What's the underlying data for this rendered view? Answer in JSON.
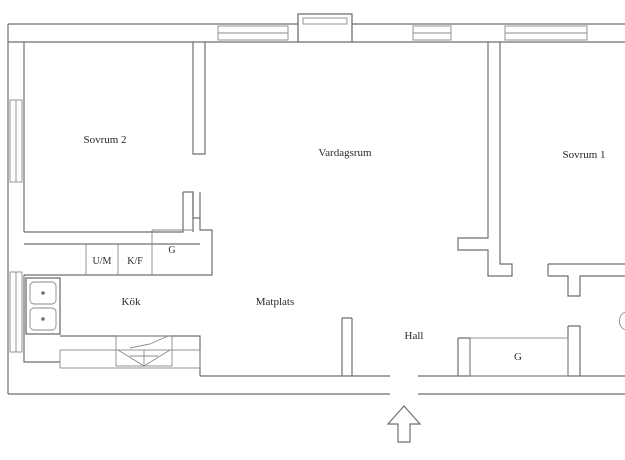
{
  "plan": {
    "rooms": {
      "sovrum2": "Sovrum 2",
      "vardagsrum": "Vardagsrum",
      "sovrum1": "Sovrum 1",
      "kok": "Kök",
      "matplats": "Matplats",
      "hall": "Hall",
      "garderob_hall": "G"
    },
    "fixtures": {
      "um": "U/M",
      "kf": "K/F",
      "g": "G"
    },
    "colors": {
      "wall": "#6f6f6f",
      "text": "#2b2b2b",
      "background": "#ffffff"
    },
    "icons": [
      "entrance-arrow-icon",
      "sink-icon",
      "stove-hood-icon"
    ]
  }
}
